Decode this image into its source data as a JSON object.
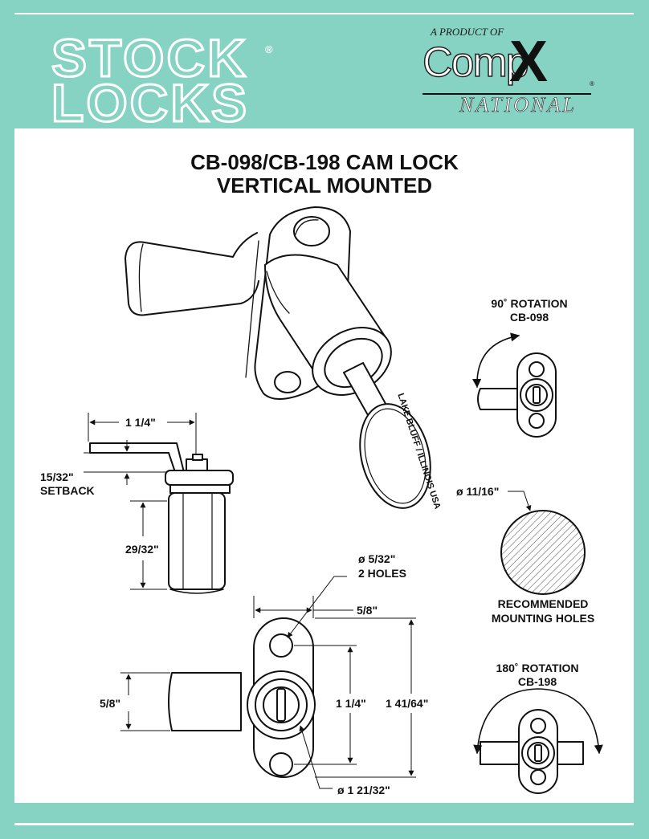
{
  "header": {
    "brand_line1": "STOCK",
    "brand_line2": "LOCKS",
    "registered_mark": "®",
    "tagline": "A PRODUCT OF",
    "maker_word1": "Comp",
    "maker_word2": "X",
    "maker_registered": "®",
    "maker_word3": "NATIONAL"
  },
  "title": {
    "line1": "CB-098/CB-198 CAM LOCK",
    "line2": "VERTICAL MOUNTED"
  },
  "key_text": "LAKE BLUFF / ILLINOIS USA",
  "dimensions": {
    "cam_length": "1 1/4\"",
    "setback_value": "15/32\"",
    "setback_label": "SETBACK",
    "body_length": "29/32\"",
    "hole_dia": "ø  5/32\"",
    "hole_count": "2 HOLES",
    "plate_width": "5/8\"",
    "cam_width": "5/8\"",
    "hole_spacing": "1 1/4\"",
    "plate_height": "1 41/64\"",
    "body_dia": "ø 1 21/32\"",
    "mount_hole_dia": "ø 11/16\""
  },
  "rotation90": {
    "line1": "90˚ ROTATION",
    "line2": "CB-098"
  },
  "rotation180": {
    "line1": "180˚ ROTATION",
    "line2": "CB-198"
  },
  "mounting": {
    "line1": "RECOMMENDED",
    "line2": "MOUNTING HOLES"
  },
  "colors": {
    "background": "#86d3c4",
    "sheet": "#ffffff",
    "ink": "#111111"
  }
}
